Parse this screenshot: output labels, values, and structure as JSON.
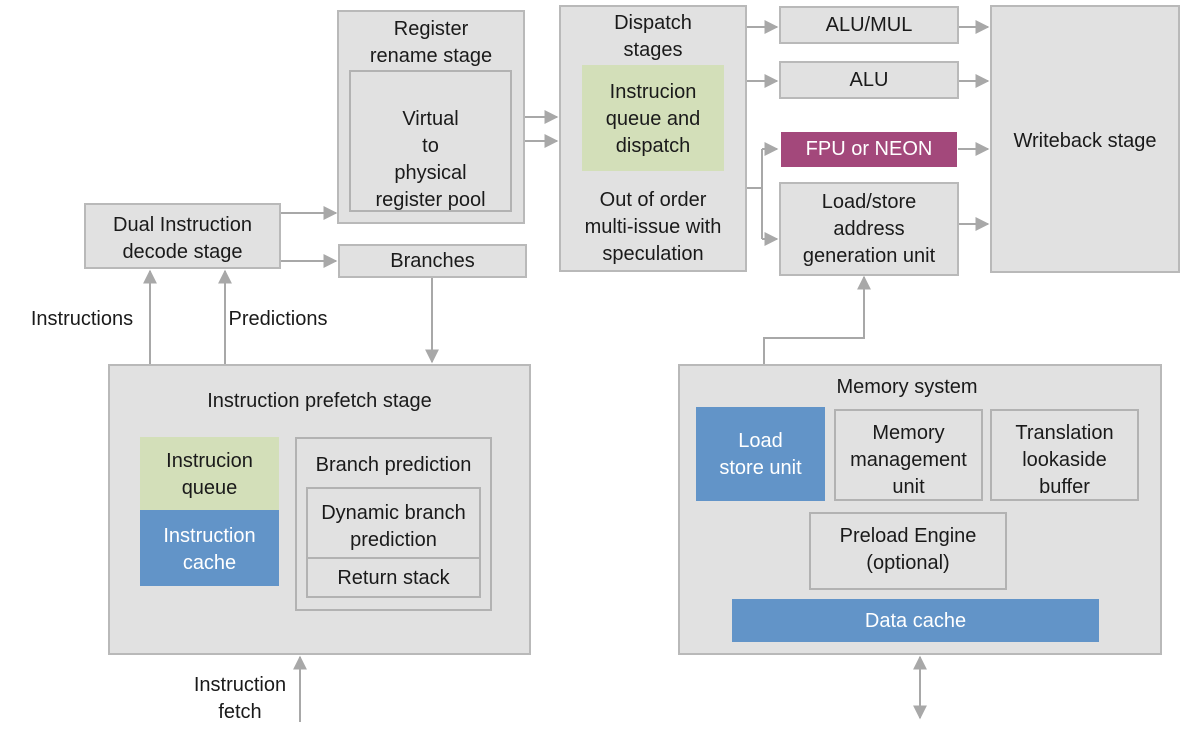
{
  "labels": {
    "register_rename": "Register\nrename stage",
    "virtual_to_physical": "Virtual\nto\nphysical\nregister pool",
    "dispatch_stages": "Dispatch\nstages",
    "instruction_queue_dispatch": "Instrucion\nqueue and\ndispatch",
    "out_of_order": "Out of order\nmulti-issue with\nspeculation",
    "alu_mul": "ALU/MUL",
    "alu": "ALU",
    "fpu_neon": "FPU or NEON",
    "load_store_agu": "Load/store\naddress\ngeneration unit",
    "writeback": "Writeback stage",
    "dual_decode": "Dual Instruction\ndecode stage",
    "branches": "Branches",
    "instructions": "Instructions",
    "predictions": "Predictions",
    "prefetch_stage": "Instruction prefetch stage",
    "instruction_queue": "Instrucion\nqueue",
    "instruction_cache": "Instruction\ncache",
    "branch_prediction": "Branch prediction",
    "dynamic_branch_prediction": "Dynamic branch\nprediction",
    "return_stack": "Return stack",
    "instruction_fetch": "Instruction\nfetch",
    "memory_system": "Memory system",
    "load_store_unit": "Load\nstore unit",
    "mmu": "Memory\nmanagement\nunit",
    "tlb": "Translation\nlookaside\nbuffer",
    "preload_engine": "Preload Engine\n(optional)",
    "data_cache": "Data cache"
  },
  "colors": {
    "box_fill": "#e1e1e1",
    "box_border": "#b9b9b9",
    "green": "#d3dfb9",
    "blue": "#6294c8",
    "purple": "#a3487b",
    "wire": "#a8a8a8"
  }
}
